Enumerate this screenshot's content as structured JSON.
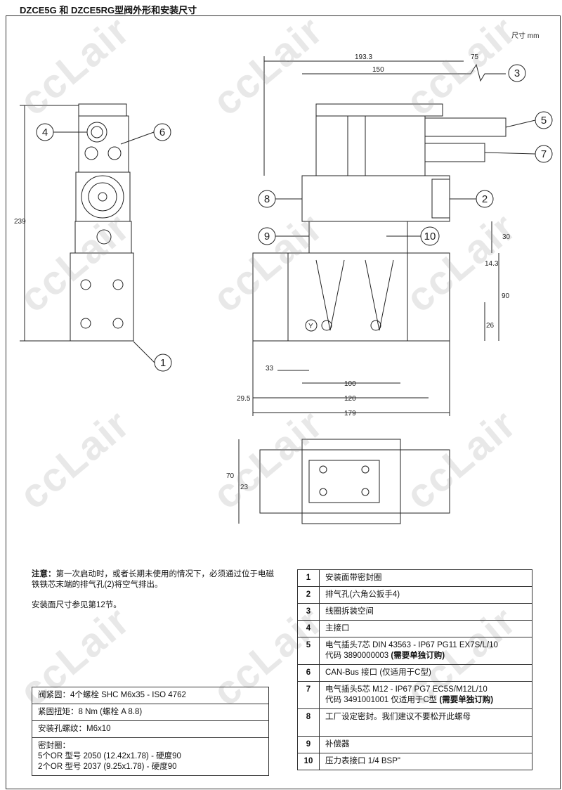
{
  "title": "DZCE5G 和 DZCE5RG型阀外形和安装尺寸",
  "unit_label": "尺寸 mm",
  "watermark": "ccLair",
  "dimensions": {
    "d193": "193.3",
    "d150": "150",
    "d75": "75",
    "d239": "239",
    "d30": "30",
    "d14": "14.3",
    "d90": "90",
    "d26": "26",
    "d33": "33",
    "d100": "100",
    "d29": "29.5",
    "d120": "120",
    "d179": "179",
    "d70": "70",
    "d23": "23",
    "port_y": "Y"
  },
  "callouts": [
    "1",
    "2",
    "3",
    "4",
    "5",
    "6",
    "7",
    "8",
    "9",
    "10"
  ],
  "note": {
    "label": "注意：",
    "text": "第一次启动时，或者长期未使用的情况下，必须通过位于电磁铁铁芯末端的排气孔(2)将空气排出。",
    "ref": "安装面尺寸参见第12节。"
  },
  "specs": [
    "阀紧固：4个螺栓 SHC M6x35 - ISO 4762",
    "紧固扭矩：8 Nm (螺栓 A 8.8)",
    "安装孔螺纹：M6x10",
    "密封圈："
  ],
  "seals": [
    "5个OR 型号 2050 (12.42x1.78) - 硬度90",
    "2个OR 型号 2037 (9.25x1.78) - 硬度90"
  ],
  "parts": [
    {
      "n": "1",
      "text": "安装面带密封圈"
    },
    {
      "n": "2",
      "text": "排气孔(六角公扳手4)"
    },
    {
      "n": "3",
      "text": "线圈拆装空间"
    },
    {
      "n": "4",
      "text": "主接口"
    },
    {
      "n": "5",
      "text": "电气插头7芯 DIN 43563 - IP67 PG11 EX7S/L/10",
      "line2": "代码 3890000003 ",
      "bold": "(需要单独订购)"
    },
    {
      "n": "6",
      "text": "CAN-Bus 接口 (仅适用于C型)"
    },
    {
      "n": "7",
      "text": "电气插头5芯 M12 - IP67 PG7 EC5S/M12L/10",
      "line2": "代码 3491001001 仅适用于C型 ",
      "bold": "(需要单独订购)"
    },
    {
      "n": "8",
      "text": "工厂设定密封。我们建议不要松开此螺母"
    },
    {
      "n": "9",
      "text": "补偿器"
    },
    {
      "n": "10",
      "text": "压力表接口 1/4 BSP\""
    }
  ]
}
